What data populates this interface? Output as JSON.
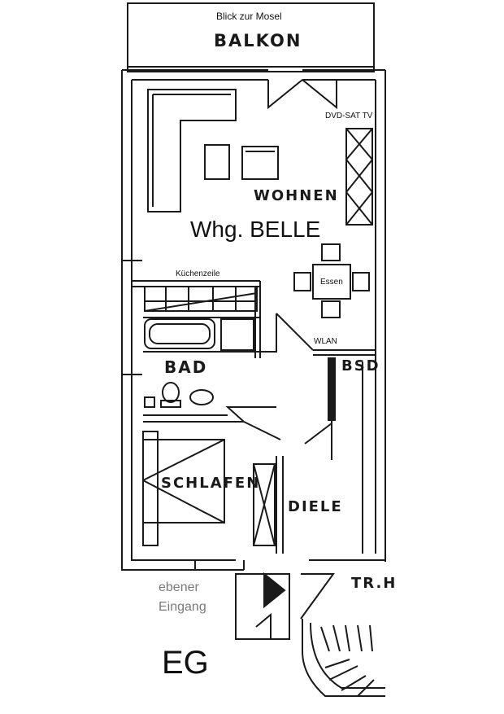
{
  "plan": {
    "balcony_note": "Blick zur Mosel",
    "balcony": "BALKON",
    "tv_note": "DVD-SAT TV",
    "living": "WOHNEN",
    "apartment_name": "Whg. BELLE",
    "kitchen_note": "Küchenzeile",
    "dining_note": "Essen",
    "wlan_note": "WLAN",
    "bath": "BAD",
    "storage": "BSD",
    "bedroom": "SCHLAFEN",
    "hall": "DIELE",
    "entrance_line1": "ebener",
    "entrance_line2": "Eingang",
    "stairs": "TR.H",
    "floor": "EG"
  }
}
